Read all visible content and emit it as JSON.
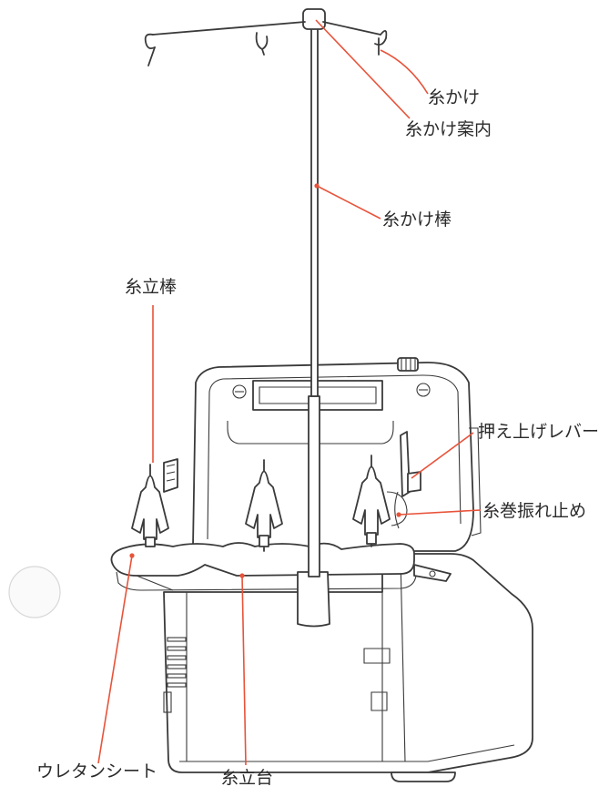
{
  "accent": "#e8533a",
  "labels": {
    "thread_hook": "糸かけ",
    "thread_guide": "糸かけ案内",
    "thread_rod": "糸かけ棒",
    "spool_pin": "糸立棒",
    "presser_lever": "押え上げレバー",
    "spool_holder": "糸巻振れ止め",
    "urethane_sheet": "ウレタンシート",
    "spool_stand": "糸立台"
  }
}
